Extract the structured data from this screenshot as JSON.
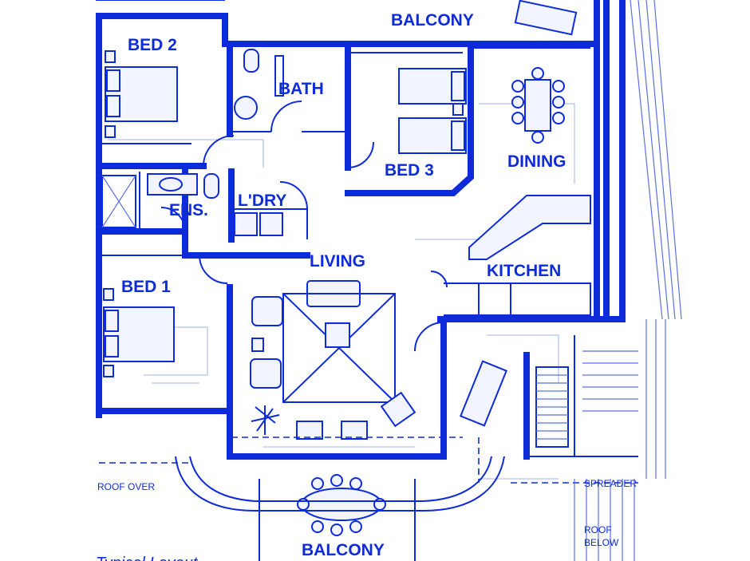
{
  "plan": {
    "colors": {
      "ink": "#0d2bd9",
      "paper": "#ffffff",
      "ghost": "#9fb0ee"
    },
    "rooms": {
      "balcony_top": "BALCONY",
      "bed2": "BED 2",
      "bath": "BATH",
      "bed3": "BED 3",
      "dining": "DINING",
      "ens": "ENS.",
      "ldry": "L'DRY",
      "living": "LIVING",
      "kitchen": "KITCHEN",
      "bed1": "BED 1",
      "balcony_bottom": "BALCONY"
    },
    "notes": {
      "roof_over": "ROOF OVER",
      "spreader": "SPREADER",
      "roof_below_1": "ROOF",
      "roof_below_2": "BELOW"
    },
    "caption": "Typical Layout"
  }
}
